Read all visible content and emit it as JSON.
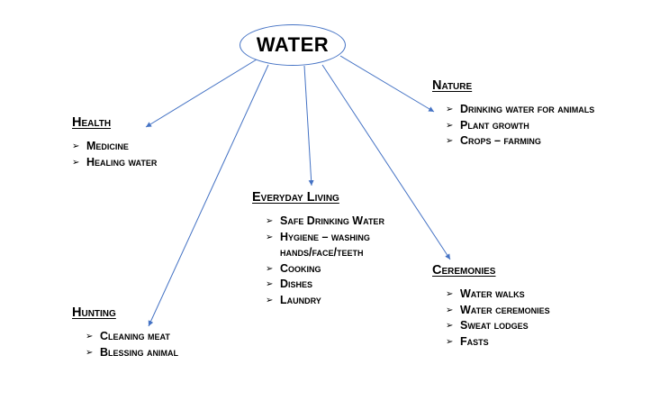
{
  "central": {
    "label": "WATER"
  },
  "branches": [
    {
      "id": "health",
      "heading": "Health",
      "items": [
        "Medicine",
        "Healing water"
      ]
    },
    {
      "id": "nature",
      "heading": "Nature",
      "items": [
        "Drinking water for animals",
        "Plant growth",
        "Crops – farming"
      ]
    },
    {
      "id": "everyday",
      "heading": "Everyday Living",
      "items": [
        "Safe Drinking Water",
        "Hygiene – washing hands/face/teeth",
        "Cooking",
        "Dishes",
        "Laundry"
      ]
    },
    {
      "id": "ceremonies",
      "heading": "Ceremonies",
      "items": [
        "Water walks",
        "Water ceremonies",
        "Sweat lodges",
        "Fasts"
      ]
    },
    {
      "id": "hunting",
      "heading": "Hunting",
      "items": [
        "Cleaning meat",
        "Blessing animal"
      ]
    }
  ],
  "colors": {
    "connector": "#4472c4",
    "text": "#000000"
  },
  "icons": {
    "bullet": "arrowhead-bullet-icon"
  }
}
